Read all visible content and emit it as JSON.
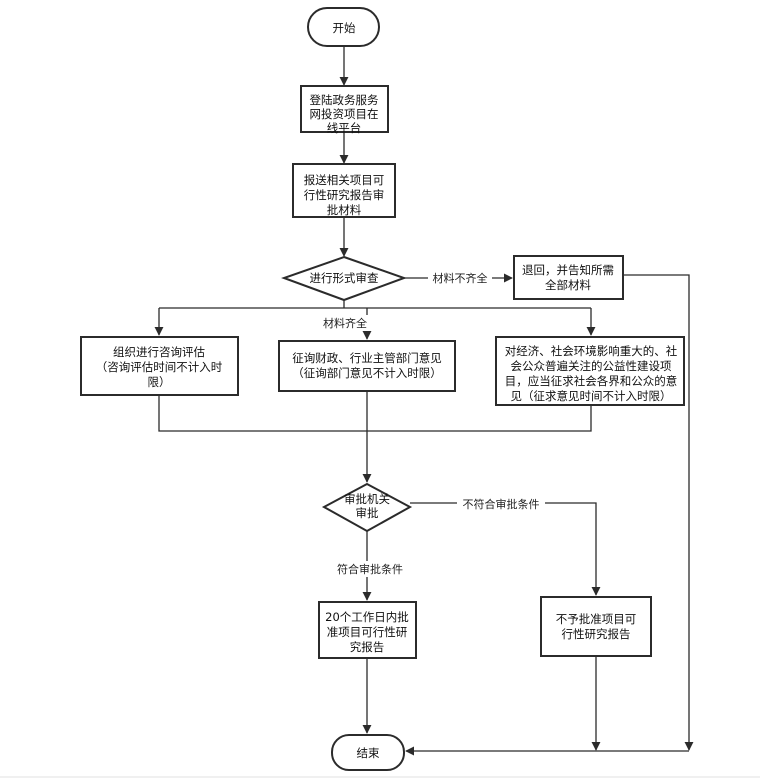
{
  "nodes": {
    "start": {
      "lines": [
        "开始"
      ]
    },
    "login": {
      "lines": [
        "登陆政务服务",
        "网投资项目在",
        "线平台"
      ]
    },
    "submit": {
      "lines": [
        "报送相关项目可",
        "行性研究报告审",
        "批材料"
      ]
    },
    "formal_review": {
      "lines": [
        "进行形式审查"
      ]
    },
    "return": {
      "lines": [
        "退回，并告知所需",
        "全部材料"
      ]
    },
    "consult": {
      "lines": [
        "组织进行咨询评估",
        "（咨询评估时间不计入时",
        "限）"
      ]
    },
    "solicit": {
      "lines": [
        "征询财政、行业主管部门意见",
        "（征询部门意见不计入时限）"
      ]
    },
    "public": {
      "lines": [
        "对经济、社会环境影响重大的、社",
        "会公众普遍关注的公益性建设项",
        "目，应当征求社会各界和公众的意",
        "见（征求意见时间不计入时限）"
      ]
    },
    "approval": {
      "lines": [
        "审批机关",
        "审批"
      ]
    },
    "approve": {
      "lines": [
        "20个工作日内批",
        "准项目可行性研",
        "究报告"
      ]
    },
    "reject": {
      "lines": [
        "不予批准项目可",
        "行性研究报告"
      ]
    },
    "end": {
      "lines": [
        "结束"
      ]
    }
  },
  "edge_labels": {
    "incomplete": "材料不齐全",
    "complete": "材料齐全",
    "not_qualified": "不符合审批条件",
    "qualified": "符合审批条件"
  }
}
